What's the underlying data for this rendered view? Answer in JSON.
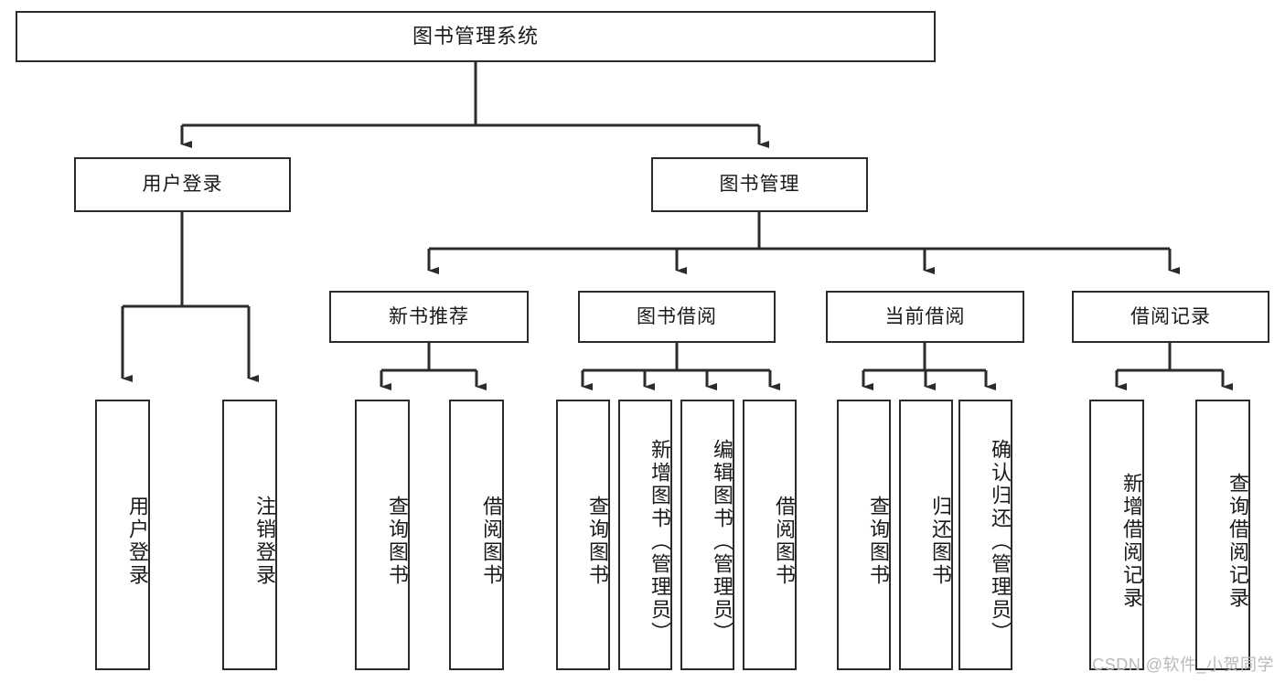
{
  "diagram": {
    "title": "图书管理系统",
    "type": "hierarchy-tree",
    "watermark": "CSDN @软件_小贺同学",
    "colors": {
      "stroke": "#2b2b2b",
      "fill": "#ffffff",
      "text": "#1a1a1a",
      "watermark": "#b9b9b9"
    },
    "nodes": {
      "root": {
        "label": "图书管理系统",
        "level": 0
      },
      "level1": [
        {
          "id": "user-login",
          "label": "用户登录"
        },
        {
          "id": "book-manage",
          "label": "图书管理"
        }
      ],
      "level2": [
        {
          "id": "new-book-rec",
          "label": "新书推荐",
          "parent": "book-manage"
        },
        {
          "id": "book-borrow",
          "label": "图书借阅",
          "parent": "book-manage"
        },
        {
          "id": "current-borrow",
          "label": "当前借阅",
          "parent": "book-manage"
        },
        {
          "id": "borrow-record",
          "label": "借阅记录",
          "parent": "book-manage"
        }
      ],
      "leaves": [
        {
          "id": "leaf-user-login",
          "label": "用户登录",
          "parent": "user-login"
        },
        {
          "id": "leaf-logout",
          "label": "注销登录",
          "parent": "user-login"
        },
        {
          "id": "leaf-query-book-1",
          "label": "查询图书",
          "parent": "new-book-rec"
        },
        {
          "id": "leaf-borrow-book-1",
          "label": "借阅图书",
          "parent": "new-book-rec"
        },
        {
          "id": "leaf-query-book-2",
          "label": "查询图书",
          "parent": "book-borrow"
        },
        {
          "id": "leaf-add-book",
          "label": "新增图书（管理员）",
          "parent": "book-borrow"
        },
        {
          "id": "leaf-edit-book",
          "label": "编辑图书（管理员）",
          "parent": "book-borrow"
        },
        {
          "id": "leaf-borrow-book-2",
          "label": "借阅图书",
          "parent": "book-borrow"
        },
        {
          "id": "leaf-query-book-3",
          "label": "查询图书",
          "parent": "current-borrow"
        },
        {
          "id": "leaf-return-book",
          "label": "归还图书",
          "parent": "current-borrow"
        },
        {
          "id": "leaf-confirm-return",
          "label": "确认归还（管理员）",
          "parent": "current-borrow"
        },
        {
          "id": "leaf-add-record",
          "label": "新增借阅记录",
          "parent": "borrow-record"
        },
        {
          "id": "leaf-query-record",
          "label": "查询借阅记录",
          "parent": "borrow-record"
        }
      ]
    }
  }
}
